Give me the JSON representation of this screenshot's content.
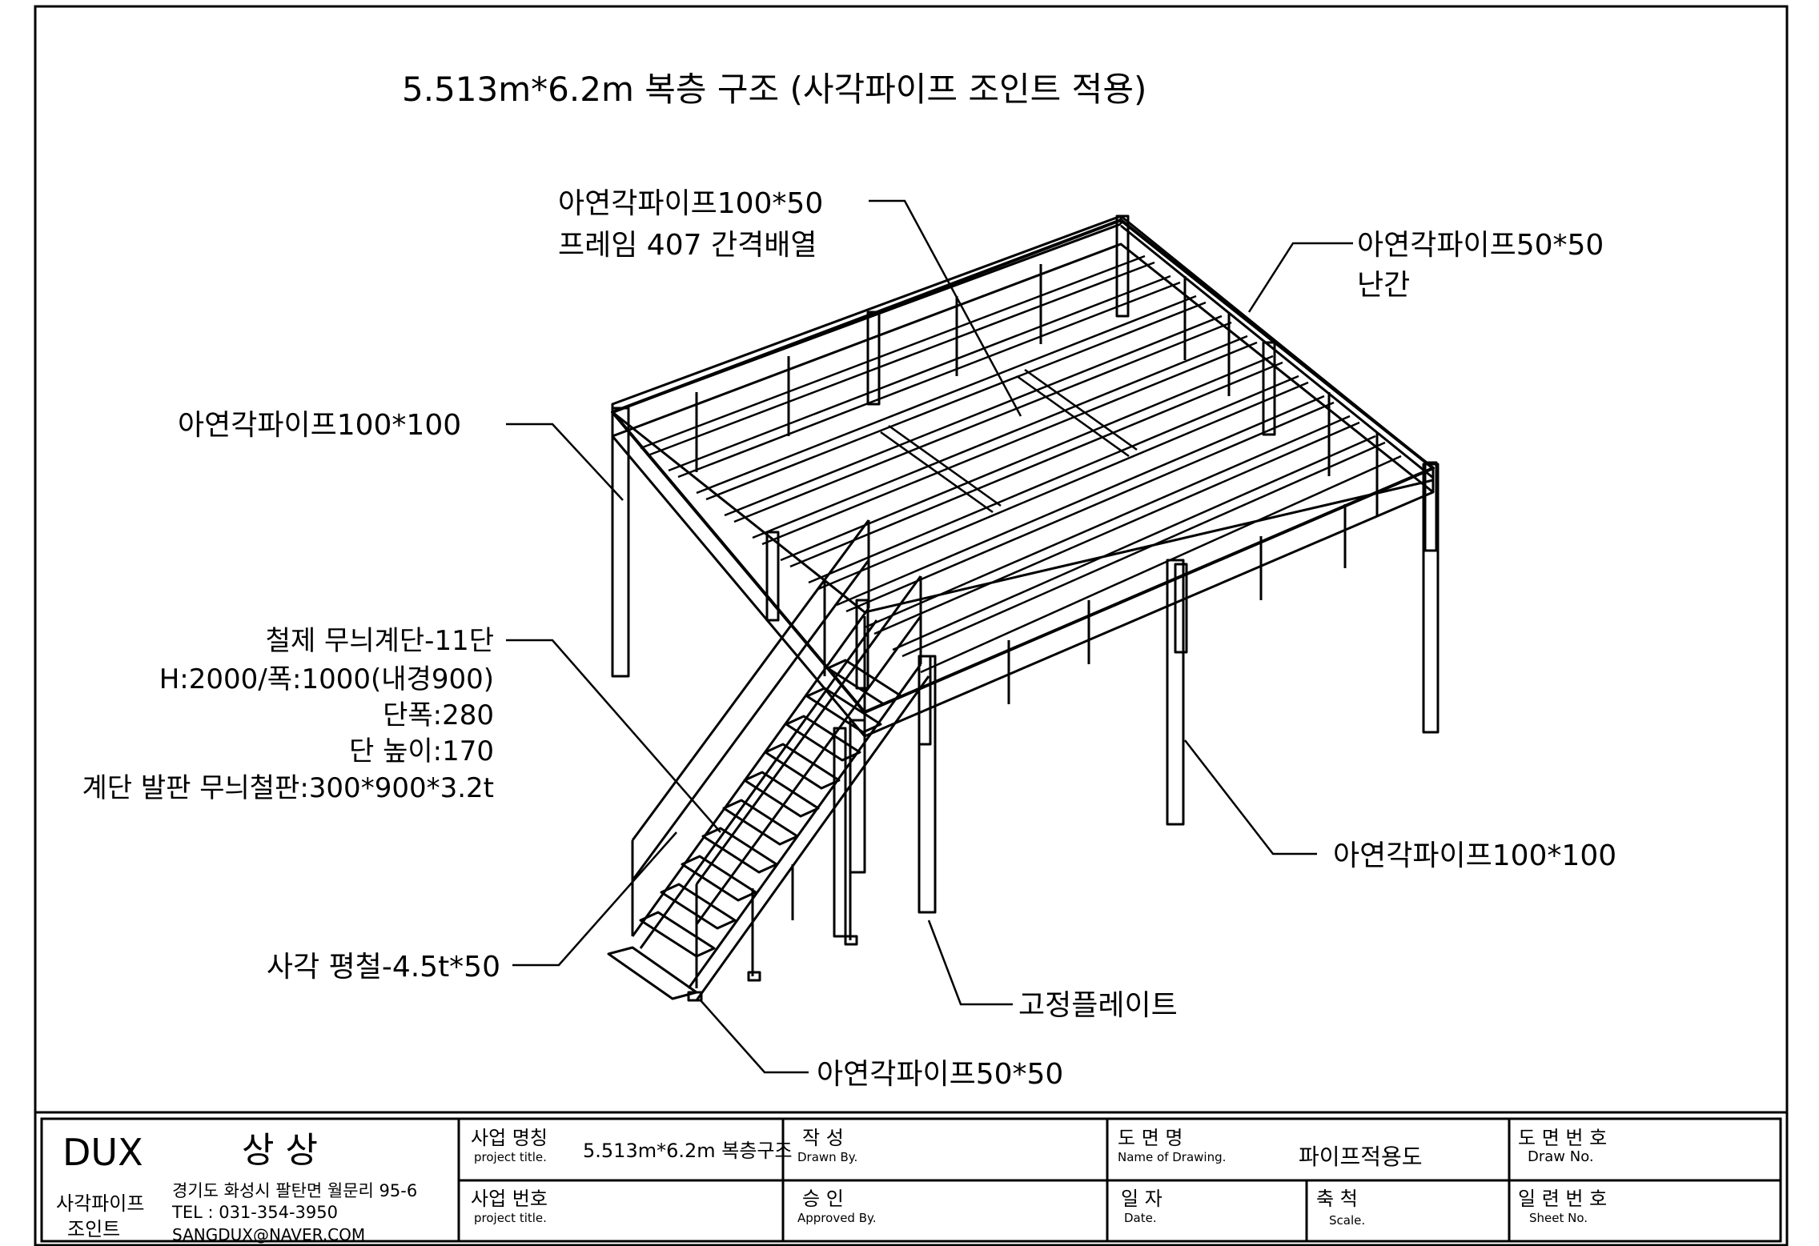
{
  "drawing": {
    "title": "5.513m*6.2m 복층 구조 (사각파이프 조인트 적용)",
    "callouts": {
      "frame_pipe_line1": "아연각파이프100*50",
      "frame_pipe_line2": "프레임 407 간격배열",
      "railing_line1": "아연각파이프50*50",
      "railing_line2": "난간",
      "column_left": "아연각파이프100*100",
      "stair_line1": "철제 무늬계단-11단",
      "stair_line2": "H:2000/폭:1000(내경900)",
      "stair_line3": "단폭:280",
      "stair_line4": "단 높이:170",
      "stair_line5": "계단 발판 무늬철판:300*900*3.2t",
      "column_right": "아연각파이프100*100",
      "flat_bar": "사각 평철-4.5t*50",
      "fix_plate": "고정플레이트",
      "stair_pipe": "아연각파이프50*50"
    }
  },
  "title_block": {
    "company": "DUX",
    "company_sub1": "사각파이프",
    "company_sub2": "조인트",
    "brand": "상 상",
    "address": "경기도 화성시 팔탄면 월문리 95-6",
    "tel": "TEL : 031-354-3950",
    "email": "SANGDUX@NAVER.COM",
    "project_name_label": "사업 명칭",
    "project_name_sub": "project title.",
    "project_name_value": "5.513m*6.2m 복층구조",
    "project_no_label": "사업 번호",
    "project_no_sub": "project title.",
    "drawn_label": "작   성",
    "drawn_sub": "Drawn By.",
    "approved_label": "승   인",
    "approved_sub": "Approved By.",
    "drawing_name_label": "도 면 명",
    "drawing_name_sub": "Name of Drawing.",
    "drawing_name_value": "파이프적용도",
    "date_label": "일 자",
    "date_sub": "Date.",
    "scale_label": "축 척",
    "scale_sub": "Scale.",
    "draw_no_label": "도 면 번 호",
    "draw_no_sub": "Draw No.",
    "sheet_no_label": "일 련 번 호",
    "sheet_no_sub": "Sheet No."
  }
}
